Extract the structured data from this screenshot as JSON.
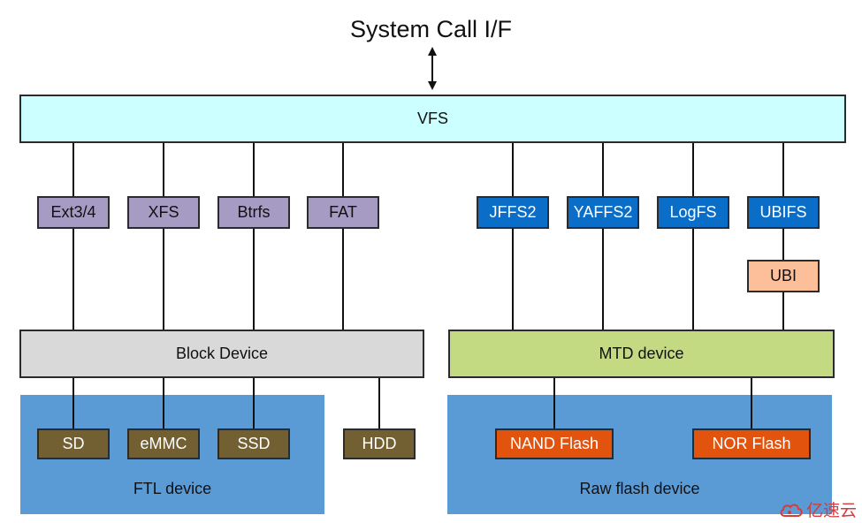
{
  "title": "System Call I/F",
  "vfs": "VFS",
  "block_fs": [
    "Ext3/4",
    "XFS",
    "Btrfs",
    "FAT"
  ],
  "flash_fs": [
    "JFFS2",
    "YAFFS2",
    "LogFS",
    "UBIFS"
  ],
  "ubi": "UBI",
  "block_device": "Block Device",
  "mtd_device": "MTD device",
  "ftl_devices": [
    "SD",
    "eMMC",
    "SSD"
  ],
  "hdd": "HDD",
  "ftl_region": "FTL device",
  "raw_flash": [
    "NAND Flash",
    "NOR Flash"
  ],
  "raw_region": "Raw flash device",
  "watermark": "亿速云",
  "colors": {
    "vfs": "#ccffff",
    "block_fs": "#a59bc3",
    "flash_fs": "#0a6ec8",
    "ubi": "#fcbf9a",
    "block_device": "#d9d9d9",
    "mtd_device": "#c3d982",
    "ftl_device": "#736032",
    "raw_flash": "#e2530e",
    "region": "#5b9bd5"
  }
}
